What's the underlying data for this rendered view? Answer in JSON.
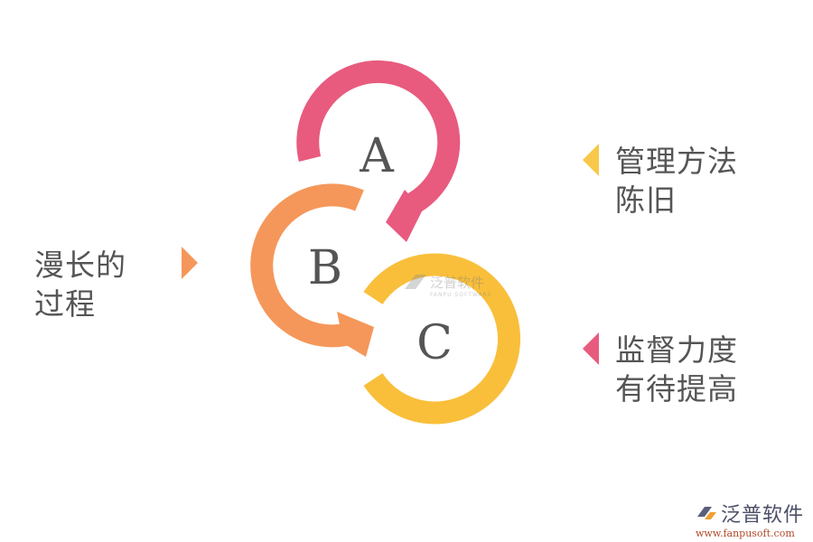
{
  "diagram": {
    "type": "cyclic-rings",
    "rings": [
      {
        "letter": "A",
        "color": "#E85B7E"
      },
      {
        "letter": "B",
        "color": "#F5975A"
      },
      {
        "letter": "C",
        "color": "#F9BF3B"
      }
    ],
    "letter_color": "#555555"
  },
  "labels": {
    "left": {
      "line1": "漫长的",
      "line2": "过程",
      "marker_color": "#F5975A"
    },
    "right_top": {
      "line1": "管理方法",
      "line2": "陈旧",
      "marker_color": "#F9C84A"
    },
    "right_bottom": {
      "line1": "监督力度",
      "line2": "有待提高",
      "marker_color": "#E85B7E"
    }
  },
  "watermark": {
    "name": "泛普软件",
    "sub": "FANPU SOFTWARE"
  },
  "logo": {
    "name": "泛普软件",
    "url": "www.fanpusoft.com"
  }
}
